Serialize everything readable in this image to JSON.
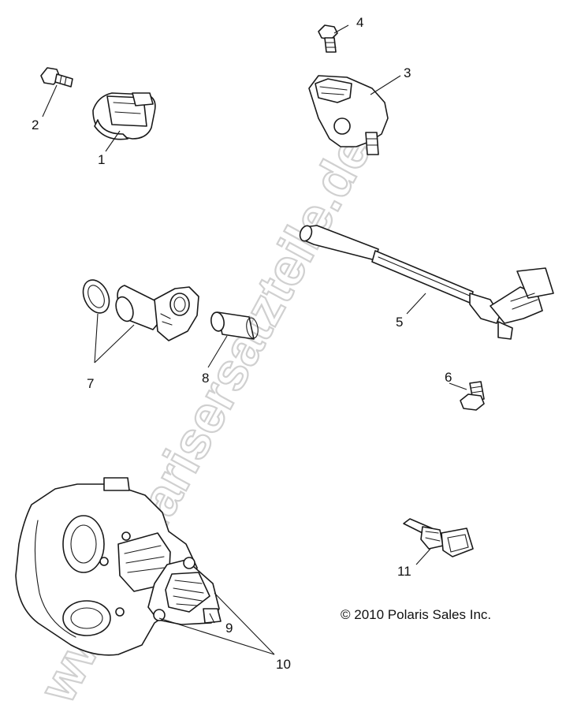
{
  "watermark": "www.polarisersatzteile.de",
  "copyright": "© 2010 Polaris Sales Inc.",
  "callouts": {
    "c1": "1",
    "c2": "2",
    "c3": "3",
    "c4": "4",
    "c5": "5",
    "c6": "6",
    "c7": "7",
    "c8": "8",
    "c9": "9",
    "c10": "10",
    "c11": "11"
  }
}
